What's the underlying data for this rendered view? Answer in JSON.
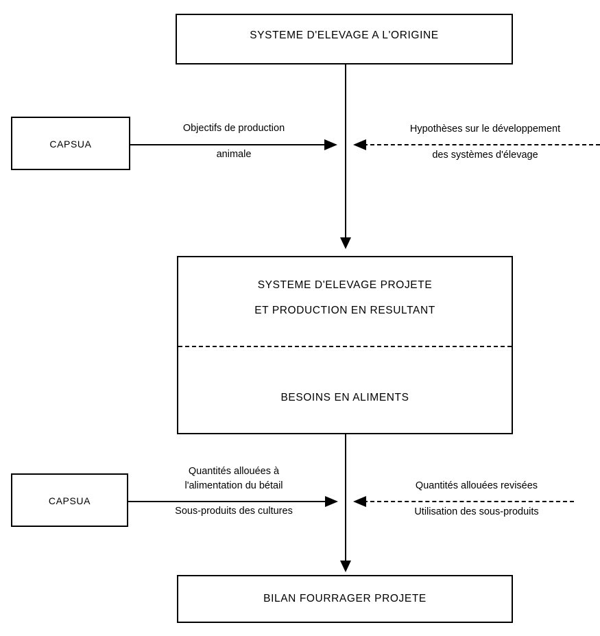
{
  "diagram": {
    "title_text": "SYSTEME D'ELEVAGE A L'ORIGINE",
    "colors": {
      "stroke": "#000000",
      "background": "#ffffff",
      "text": "#000000"
    },
    "nodes": {
      "origin_system": {
        "label": "SYSTEME D'ELEVAGE A L'ORIGINE"
      },
      "capsua_top": {
        "label": "CAPSUA"
      },
      "projected_system": {
        "label_line1": "SYSTEME D'ELEVAGE PROJETE",
        "label_line2": "ET PRODUCTION EN RESULTANT",
        "label_line3": "BESOINS EN ALIMENTS"
      },
      "capsua_bottom": {
        "label": "CAPSUA"
      },
      "forage_balance": {
        "label": "BILAN FOURRAGER PROJETE"
      }
    },
    "edges": {
      "top_left_solid": {
        "label_above": "Objectifs de production",
        "label_below": "animale"
      },
      "top_right_dashed": {
        "label_above": "Hypothèses sur le développement",
        "label_below": "des systèmes d'élevage"
      },
      "bottom_left_solid": {
        "label_above_line1": "Quantités allouées à",
        "label_above_line2": "l'alimentation du bétail",
        "label_below": "Sous-produits des cultures"
      },
      "bottom_right_dashed": {
        "label_above": "Quantités allouées revisées",
        "label_below": "Utilisation des sous-produits"
      }
    }
  }
}
